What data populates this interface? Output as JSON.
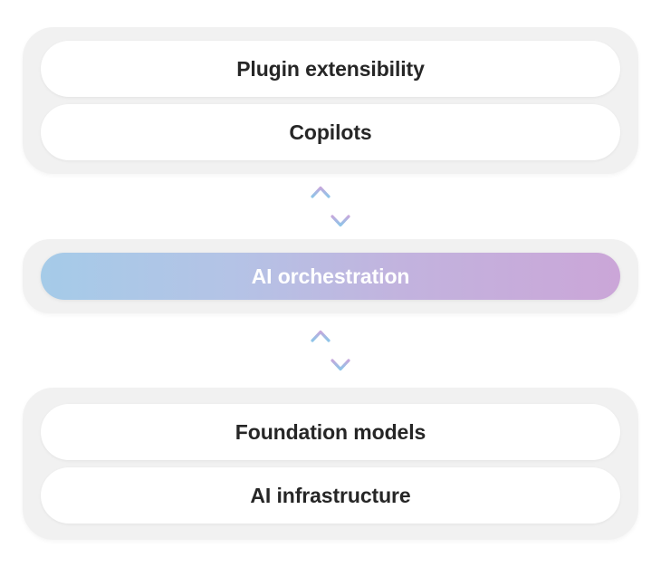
{
  "diagram": {
    "type": "layered-architecture",
    "orientation": "vertical",
    "background_color": "#ffffff",
    "shell_color": "#f1f1f1",
    "card_color": "#ffffff",
    "text_color": "#262626",
    "tiers": [
      {
        "id": "experience-tier",
        "cards": [
          {
            "label": "Plugin extensibility"
          },
          {
            "label": "Copilots"
          }
        ]
      },
      {
        "id": "orchestration-tier",
        "highlight": true,
        "label": "AI orchestration",
        "label_color": "#ffffff",
        "gradient_from": "#a5cbe8",
        "gradient_to": "#cba6d8"
      },
      {
        "id": "foundation-tier",
        "cards": [
          {
            "label": "Foundation models"
          },
          {
            "label": "AI infrastructure"
          }
        ]
      }
    ],
    "connectors": [
      {
        "id": "connector-upper",
        "icon": "bidirectional-arrows-icon",
        "up_arrow_glyph": "↑",
        "down_arrow_glyph": "↓",
        "gradient_top": "#c5a8dc",
        "gradient_bottom": "#8fc4e8"
      },
      {
        "id": "connector-lower",
        "icon": "bidirectional-arrows-icon",
        "up_arrow_glyph": "↑",
        "down_arrow_glyph": "↓",
        "gradient_top": "#c5a8dc",
        "gradient_bottom": "#8fc4e8"
      }
    ]
  }
}
